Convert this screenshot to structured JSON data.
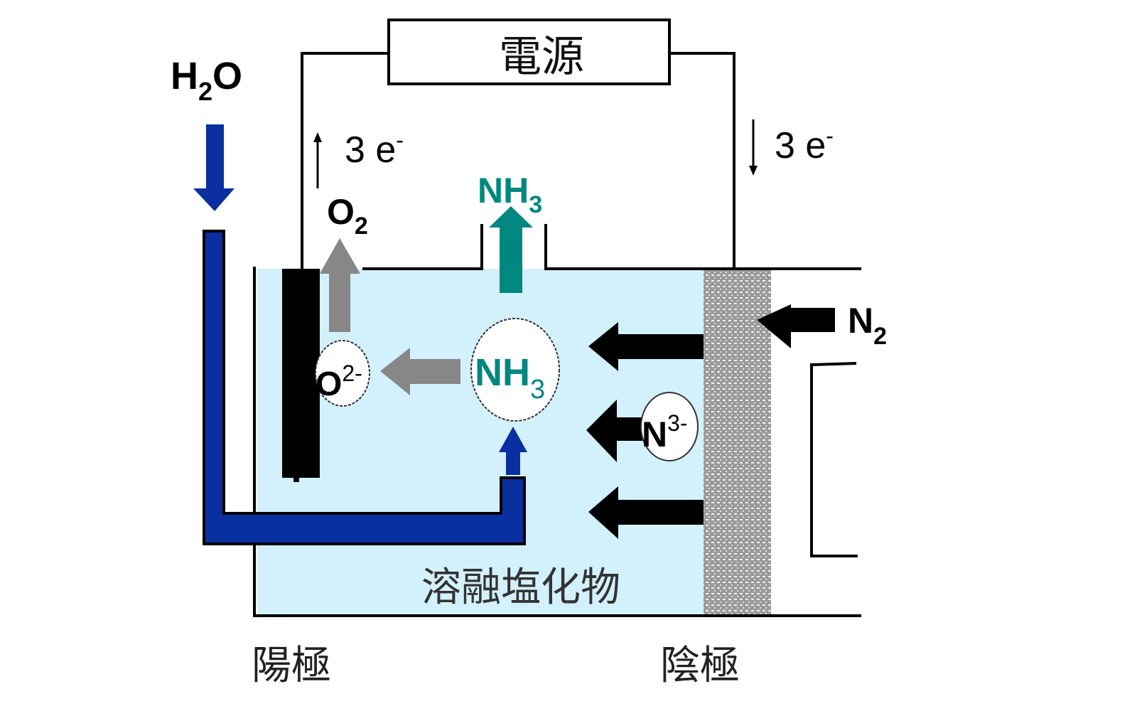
{
  "power_source": {
    "label": "電源"
  },
  "water_input": {
    "label": "H",
    "sub": "2",
    "tail": "O"
  },
  "anode_electrons": {
    "label": "3 e",
    "sup": "-"
  },
  "cathode_electrons": {
    "label": "3 e",
    "sup": "-"
  },
  "oxygen_gas": {
    "label": "O",
    "sub": "2"
  },
  "ammonia_gas": {
    "label": "NH",
    "sub": "3"
  },
  "oxide_ion": {
    "label": "O",
    "sup": "2-"
  },
  "ammonia_bubble": {
    "label": "NH",
    "sub": "3"
  },
  "nitride_ion": {
    "label": "N",
    "sup": "3-"
  },
  "nitrogen_gas": {
    "label": "N",
    "sub": "2"
  },
  "electrolyte": {
    "label": "溶融塩化物"
  },
  "anode": {
    "label": "陽極"
  },
  "cathode": {
    "label": "陰極"
  },
  "colors": {
    "electrolyte": "#d3f1fc",
    "water_pipe": "#0a2fa0",
    "ammonia": "#00877f",
    "oxygen_arrow": "#878787",
    "cathode": "#9a9a9a"
  }
}
